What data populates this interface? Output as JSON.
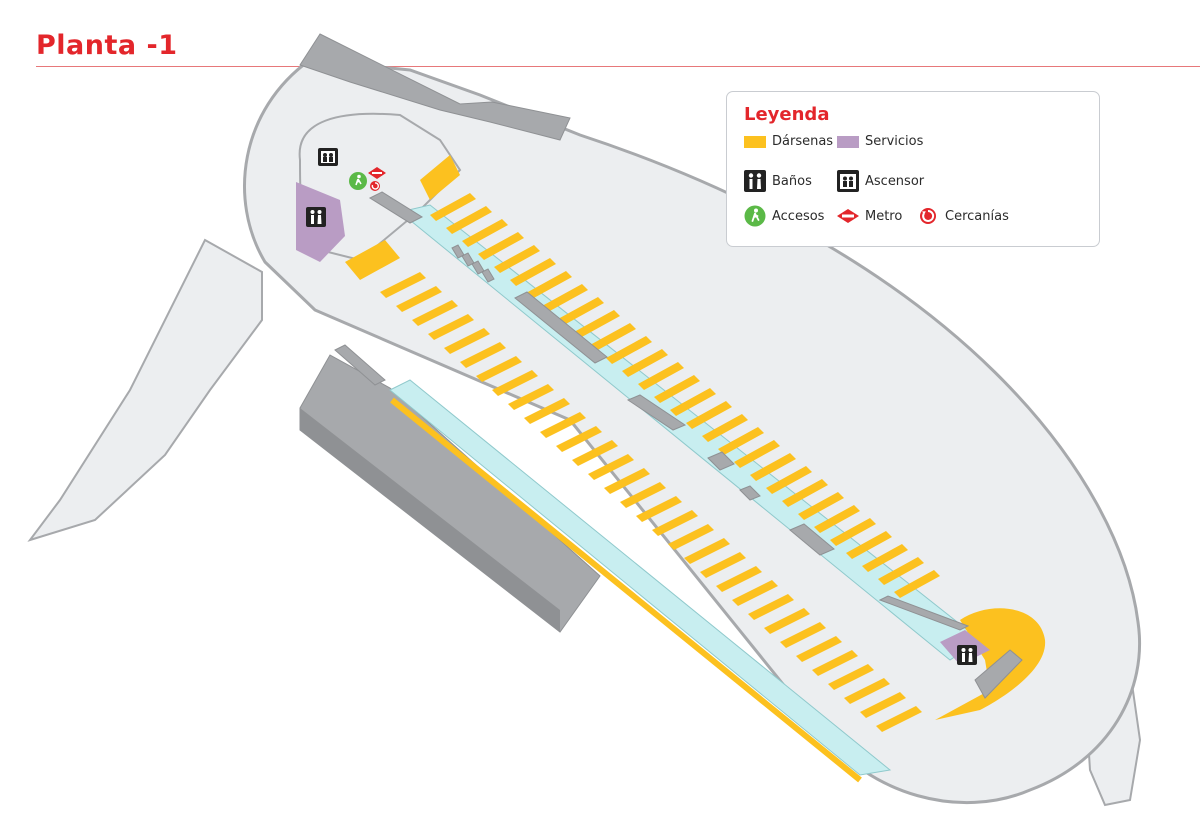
{
  "page": {
    "title": "Planta -1"
  },
  "legend": {
    "title": "Leyenda",
    "darsenas": {
      "label": "Dársenas",
      "color": "#fcc11f"
    },
    "servicios": {
      "label": "Servicios",
      "color": "#b99cc4"
    },
    "banos": {
      "label": "Baños",
      "icon": "restroom-icon"
    },
    "ascensor": {
      "label": "Ascensor",
      "icon": "elevator-icon"
    },
    "accesos": {
      "label": "Accesos",
      "icon": "access-icon",
      "color": "#5bb947"
    },
    "metro": {
      "label": "Metro",
      "icon": "metro-icon",
      "color": "#e3262b"
    },
    "cercanias": {
      "label": "Cercanías",
      "icon": "cercanias-icon",
      "color": "#e3262b"
    }
  },
  "colors": {
    "accent": "#e3262b",
    "floor": "#eceef0",
    "wall": "#a7a9ac",
    "walkway": "#c8eef0"
  }
}
